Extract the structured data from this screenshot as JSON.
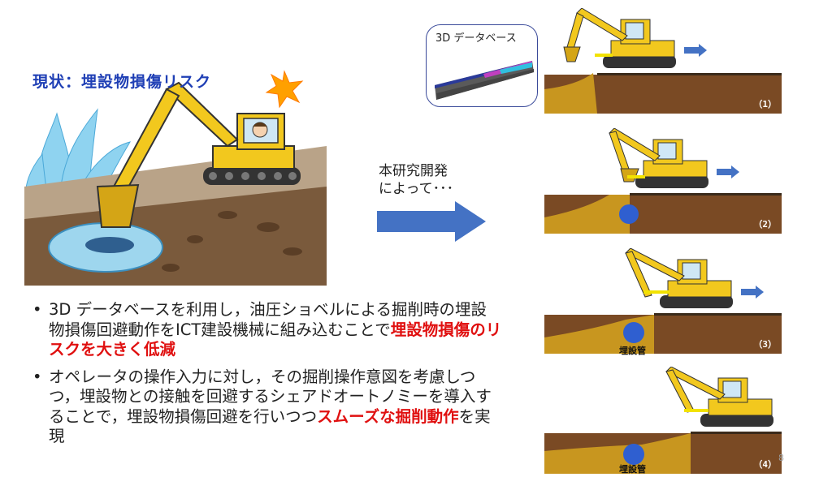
{
  "status": {
    "title": "現状：埋設物損傷リスク"
  },
  "middle": {
    "label_line1": "本研究開発",
    "label_line2": "によって･･･"
  },
  "database": {
    "label": "3D データベース"
  },
  "bullets": [
    {
      "text_before": "3D データベースを利用し，油圧ショベルによる掘削時の埋設物損傷回避動作をICT建設機械に組み込むことで",
      "highlight": "埋設物損傷のリスクを大きく低減",
      "text_after": ""
    },
    {
      "text_before": "オペレータの操作入力に対し，その掘削操作意図を考慮しつつ，埋設物との接触を回避するシェアドオートノミーを導入することで，埋設物損傷回避を行いつつ",
      "highlight": "スムーズな掘削動作",
      "text_after": "を実現"
    }
  ],
  "bullet_symbol": "•",
  "panels": [
    {
      "label": "（1）",
      "pipe": ""
    },
    {
      "label": "（2）",
      "pipe": ""
    },
    {
      "label": "（3）",
      "pipe": "埋設管"
    },
    {
      "label": "（4）",
      "pipe": "埋設管"
    }
  ],
  "page_number": "8",
  "colors": {
    "title_blue": "#1f3fb5",
    "highlight_red": "#e01010",
    "arrow_blue": "#4472c4",
    "soil_dark": "#7a4a24",
    "soil_light": "#c8961f",
    "excavator_yellow": "#f2c81e",
    "pipe_blue": "#2f5fd0"
  }
}
